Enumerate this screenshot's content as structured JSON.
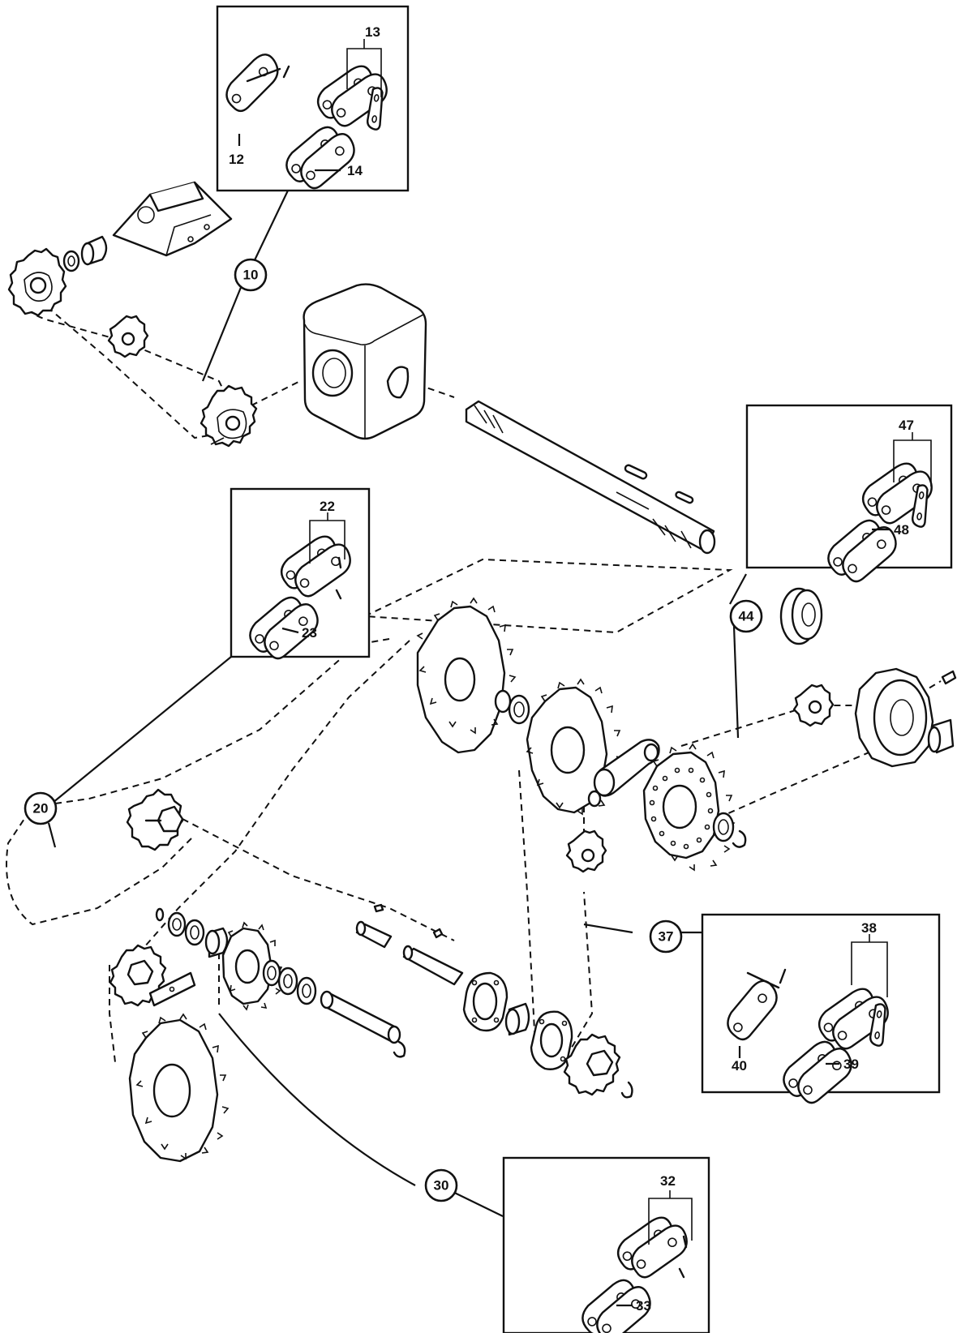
{
  "callouts": {
    "c10": "10",
    "c20": "20",
    "c30": "30",
    "c37": "37",
    "c44": "44"
  },
  "detail_labels": {
    "l12": "12",
    "l13": "13",
    "l14": "14",
    "l22": "22",
    "l23": "23",
    "l32": "32",
    "l33": "33",
    "l38": "38",
    "l39": "39",
    "l40": "40",
    "l47": "47",
    "l48": "48"
  }
}
